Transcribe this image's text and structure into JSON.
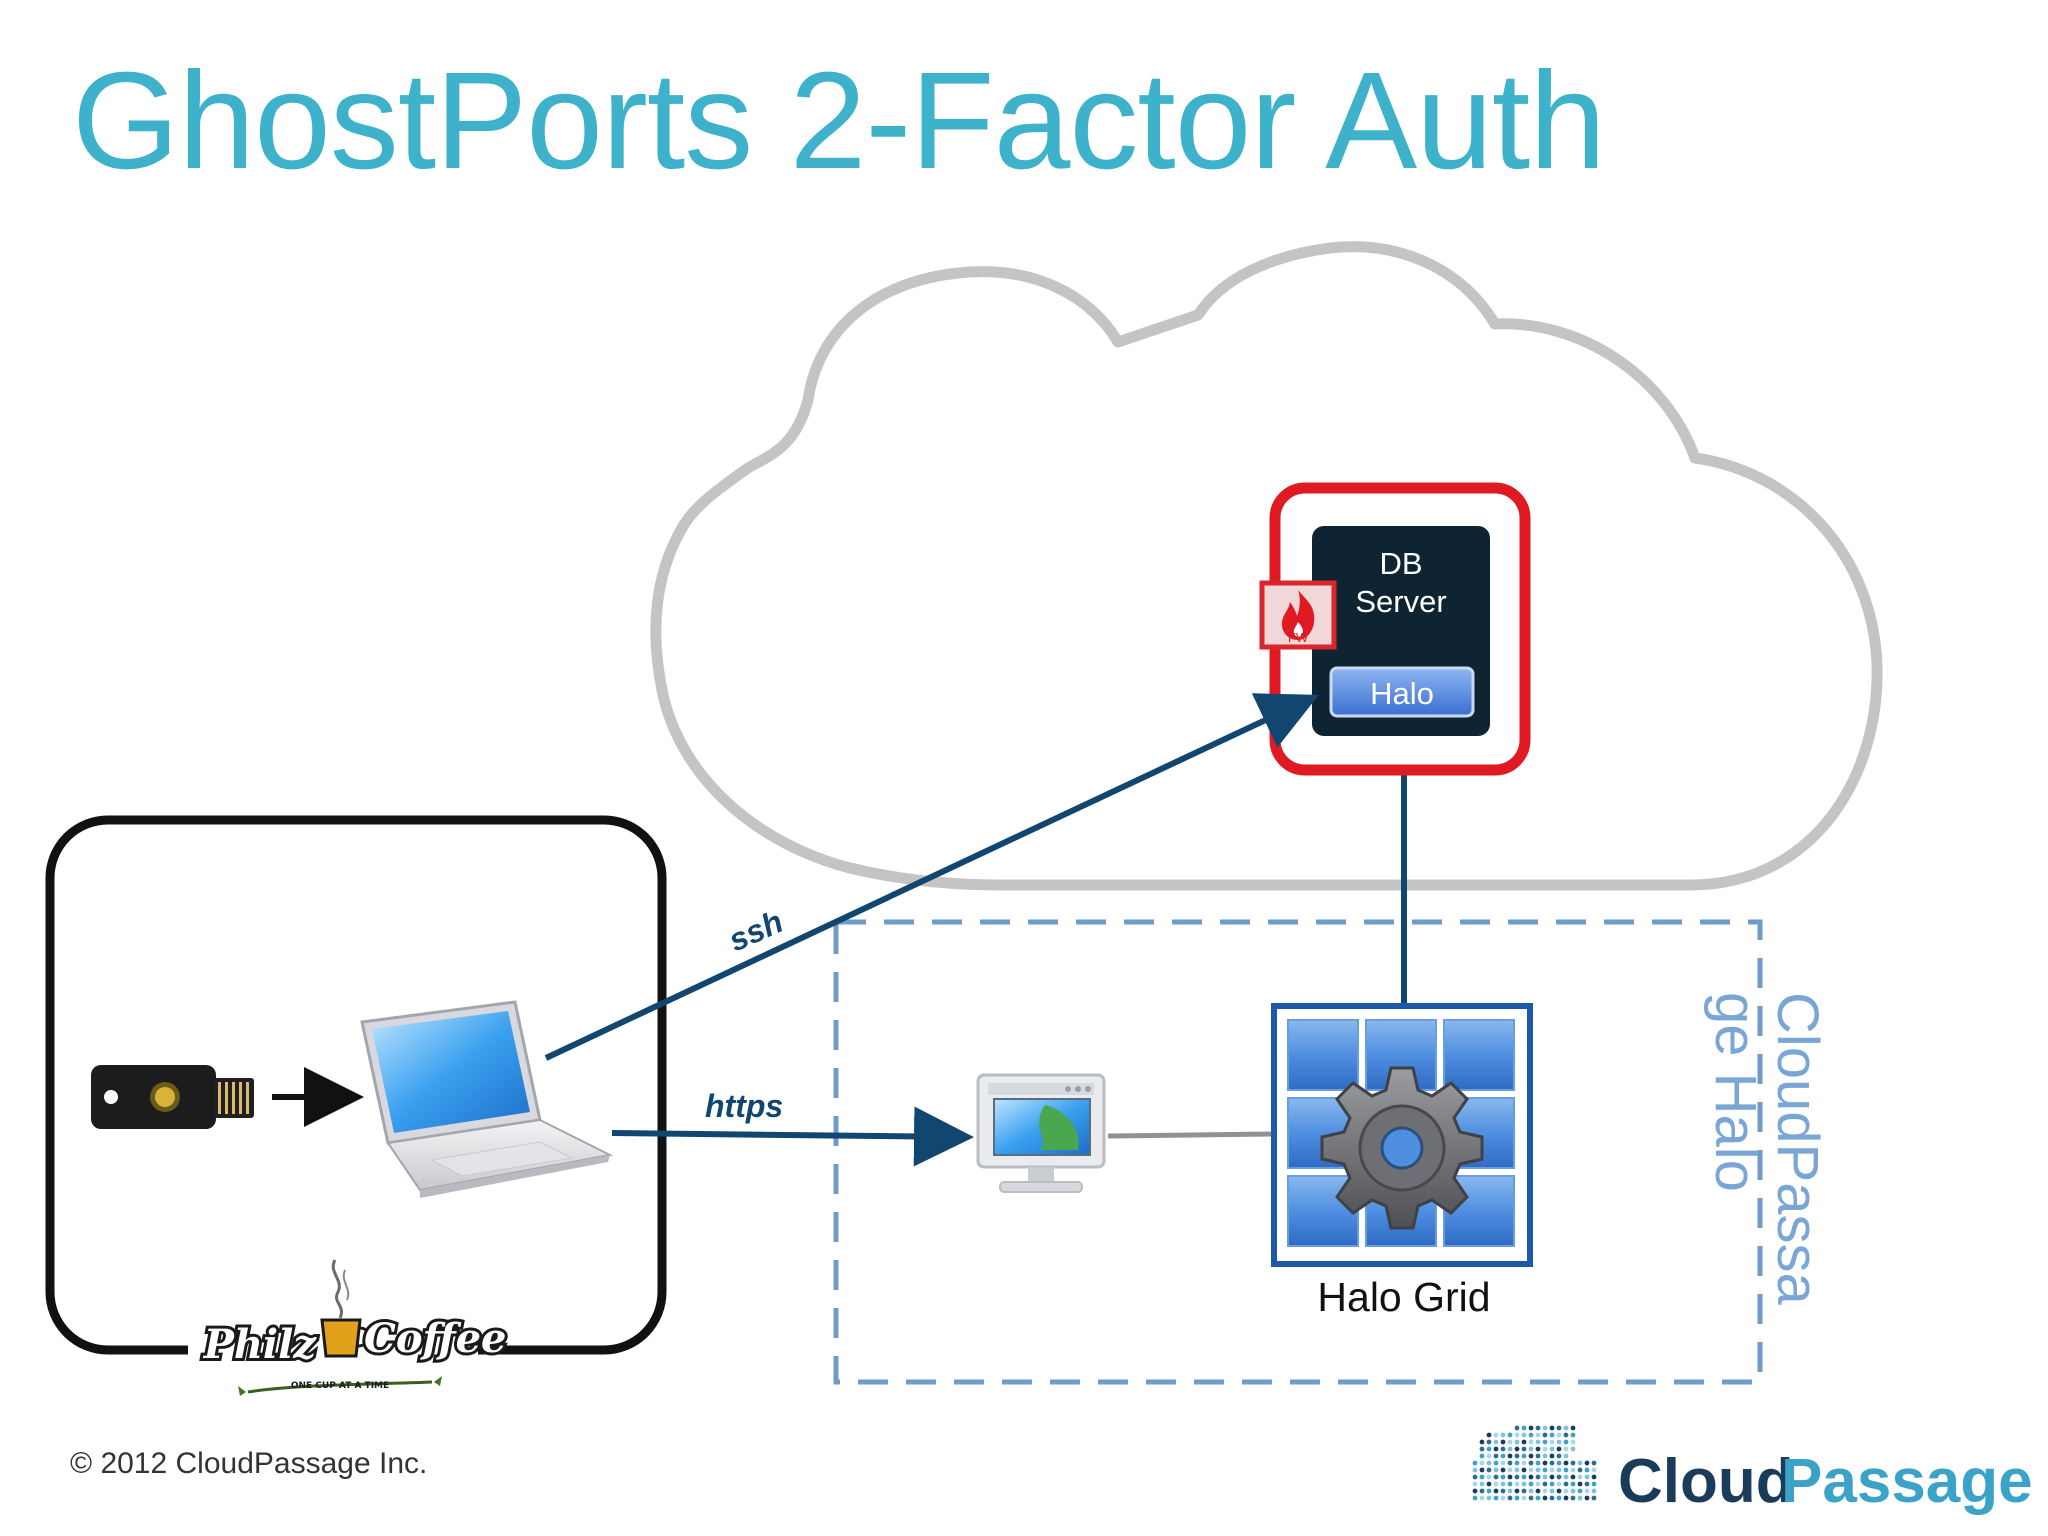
{
  "slide": {
    "title": "GhostPorts 2-Factor Auth",
    "footer": "© 2012 CloudPassage Inc."
  },
  "diagram": {
    "db_server": {
      "line1": "DB",
      "line2": "Server",
      "agent_label": "Halo",
      "firewall_label": "FW"
    },
    "connections": {
      "ssh": "ssh",
      "https": "https"
    },
    "halo_grid_label": "Halo Grid",
    "zone_label_line1": "CloudPassa",
    "zone_label_line2": "ge Halo",
    "cafe_logo": {
      "name_left": "Philz",
      "name_right": "Coffee",
      "tagline": "ONE CUP AT A TIME"
    }
  },
  "brand": {
    "logo_left": "Cloud",
    "logo_right": "Passage"
  },
  "colors": {
    "title": "#3fb2cb",
    "arrow": "#114670",
    "firewall_red": "#e01a22",
    "server_dark": "#0f2433",
    "grid_blue": "#3a78d0",
    "zone_dash": "#6f9bc6",
    "cloud_gray": "#c4c4c6"
  }
}
